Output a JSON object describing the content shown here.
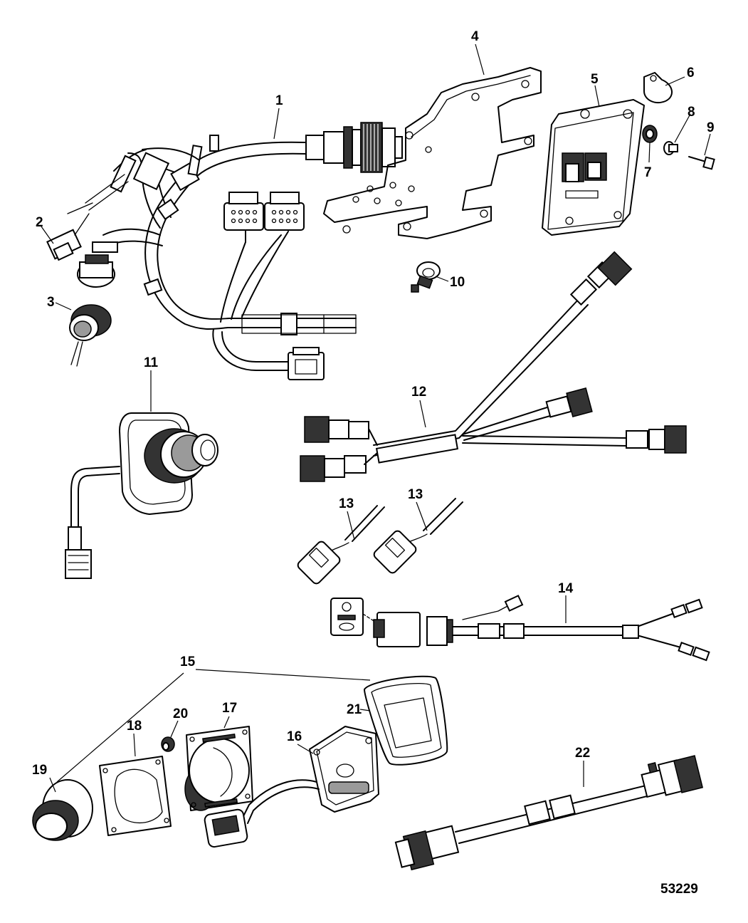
{
  "diagram": {
    "figure_id": "53229",
    "callouts": [
      "1",
      "2",
      "3",
      "4",
      "5",
      "6",
      "7",
      "8",
      "9",
      "10",
      "11",
      "12",
      "13",
      "13",
      "14",
      "15",
      "16",
      "17",
      "18",
      "19",
      "20",
      "21",
      "22"
    ]
  }
}
